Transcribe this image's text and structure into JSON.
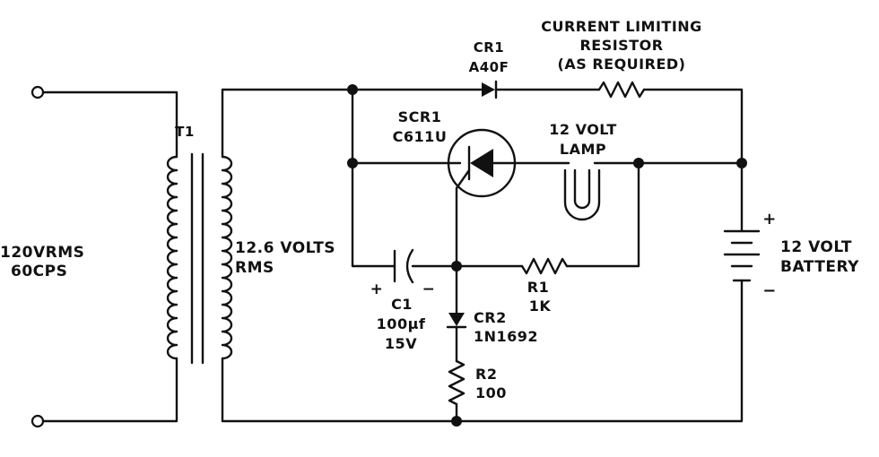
{
  "labels": {
    "input_voltage": "120VRMS",
    "input_freq": "60CPS",
    "transformer": "T1",
    "secondary_volts": "12.6 VOLTS",
    "secondary_rms": "RMS",
    "cr1_name": "CR1",
    "cr1_part": "A40F",
    "resistor_line1": "CURRENT LIMITING",
    "resistor_line2": "RESISTOR",
    "resistor_line3": "(AS REQUIRED)",
    "scr_name": "SCR1",
    "scr_part": "C611U",
    "lamp_line1": "12 VOLT",
    "lamp_line2": "LAMP",
    "battery_line1": "12 VOLT",
    "battery_line2": "BATTERY",
    "battery_plus": "+",
    "battery_minus": "−",
    "c1_plus": "+",
    "c1_minus": "−",
    "c1_name": "C1",
    "c1_value": "100µf",
    "c1_rating": "15V",
    "r1_name": "R1",
    "r1_value": "1K",
    "cr2_name": "CR2",
    "cr2_part": "1N1692",
    "r2_name": "R2",
    "r2_value": "100"
  }
}
